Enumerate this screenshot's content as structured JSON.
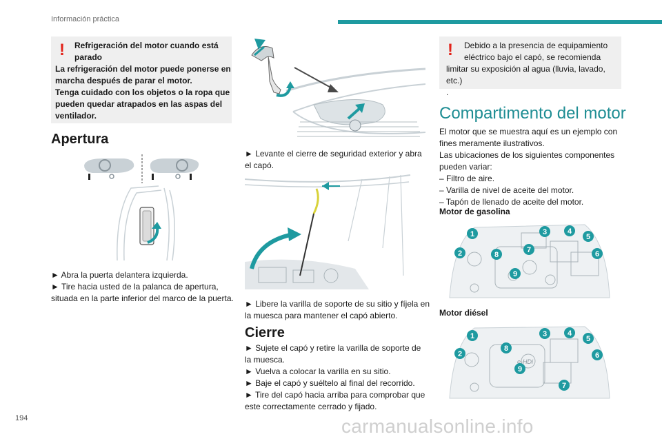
{
  "header": {
    "section_title": "Información práctica",
    "accent_color": "#1e9aa0"
  },
  "page_number": "194",
  "watermark": "carmanualsonline.info",
  "col1": {
    "warning": {
      "icon": "exclamation-icon",
      "line1": "Refrigeración del motor cuando está",
      "line2": "parado",
      "line3": "La refrigeración del motor puede ponerse en",
      "line4": "marcha después de parar el motor.",
      "line5": "Tenga cuidado con los objetos o la ropa que",
      "line6": "pueden quedar atrapados en las aspas del",
      "line7": "ventilador."
    },
    "apertura_title": "Apertura",
    "step1": "► Abra la puerta delantera izquierda.",
    "step2": "► Tire hacia usted de la palanca de apertura,",
    "step2b": "situada en la parte inferior del marco de la puerta."
  },
  "col2": {
    "step3": "► Levante el cierre de seguridad exterior y abra",
    "step3b": "el capó.",
    "step4": "► Libere la varilla de soporte de su sitio y fíjela en",
    "step4b": "la muesca para mantener el capó abierto.",
    "cierre_title": "Cierre",
    "c1": "► Sujete el capó y retire la varilla de soporte de",
    "c1b": "la muesca.",
    "c2": "► Vuelva a colocar la varilla en su sitio.",
    "c3": "► Baje el capó y suéltelo al final del recorrido.",
    "c4": "► Tire del capó hacia arriba para comprobar que",
    "c4b": "este correctamente cerrado y fijado."
  },
  "col3": {
    "warning": {
      "line1": "Debido a la presencia de equipamiento",
      "line2": "eléctrico bajo el capó, se recomienda",
      "line3": "limitar su exposición al agua (lluvia, lavado, etc.)",
      "line4": "."
    },
    "section_title": "Compartimento del motor",
    "intro1": "El motor que se muestra aquí es un ejemplo con",
    "intro2": "fines meramente ilustrativos.",
    "intro3": "Las ubicaciones de los siguientes componentes",
    "intro4": "pueden variar:",
    "item1": "– Filtro de aire.",
    "item2": "– Varilla de nivel de aceite del motor.",
    "item3": "– Tapón de llenado de aceite del motor.",
    "petrol_title": "Motor de gasolina",
    "diesel_title": "Motor diésel",
    "diesel_badge": "e-HDi",
    "petrol_labels": [
      "1",
      "2",
      "3",
      "4",
      "5",
      "6",
      "7",
      "8",
      "9"
    ],
    "diesel_labels": [
      "1",
      "2",
      "3",
      "4",
      "5",
      "6",
      "7",
      "8",
      "9"
    ]
  }
}
